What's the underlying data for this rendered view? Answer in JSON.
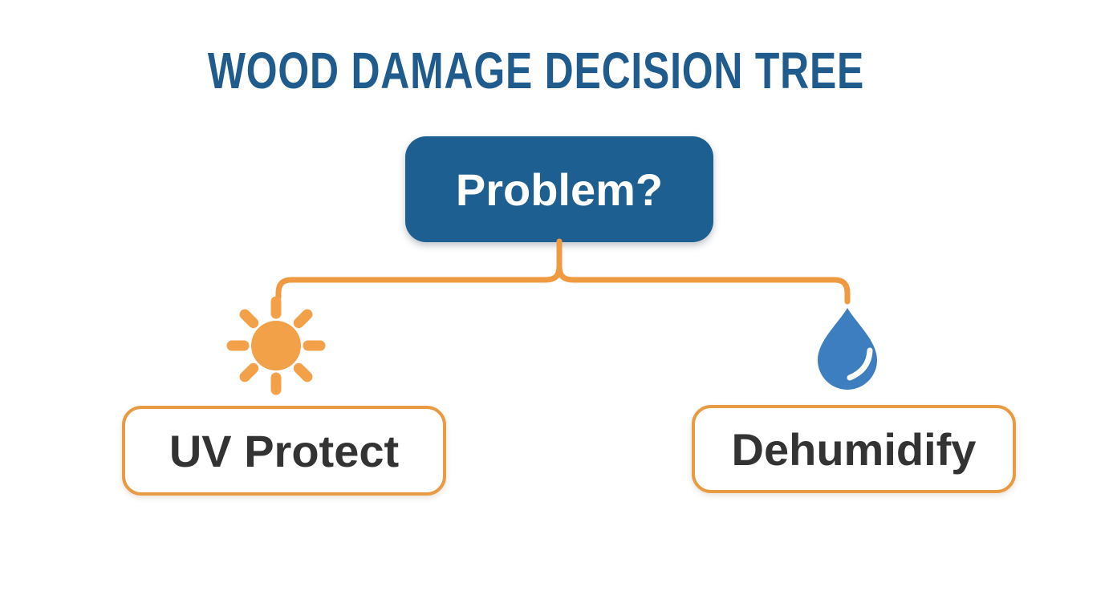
{
  "title": "WOOD DAMAGE DECISION TREE",
  "tree": {
    "root": {
      "label": "Problem?"
    },
    "branches": [
      {
        "icon": "sun-icon",
        "label": "UV Protect"
      },
      {
        "icon": "water-drop-icon",
        "label": "Dehumidify"
      }
    ]
  },
  "colors": {
    "background": "#ffffff",
    "title_blue": "#1f5c8d",
    "node_blue": "#1d5f90",
    "root_text": "#ffffff",
    "connector_orange": "#ef9a41",
    "sun_orange": "#f3a149",
    "drop_blue": "#3d7ec0",
    "leaf_border_orange": "#e99b43",
    "leaf_text": "#333333"
  }
}
